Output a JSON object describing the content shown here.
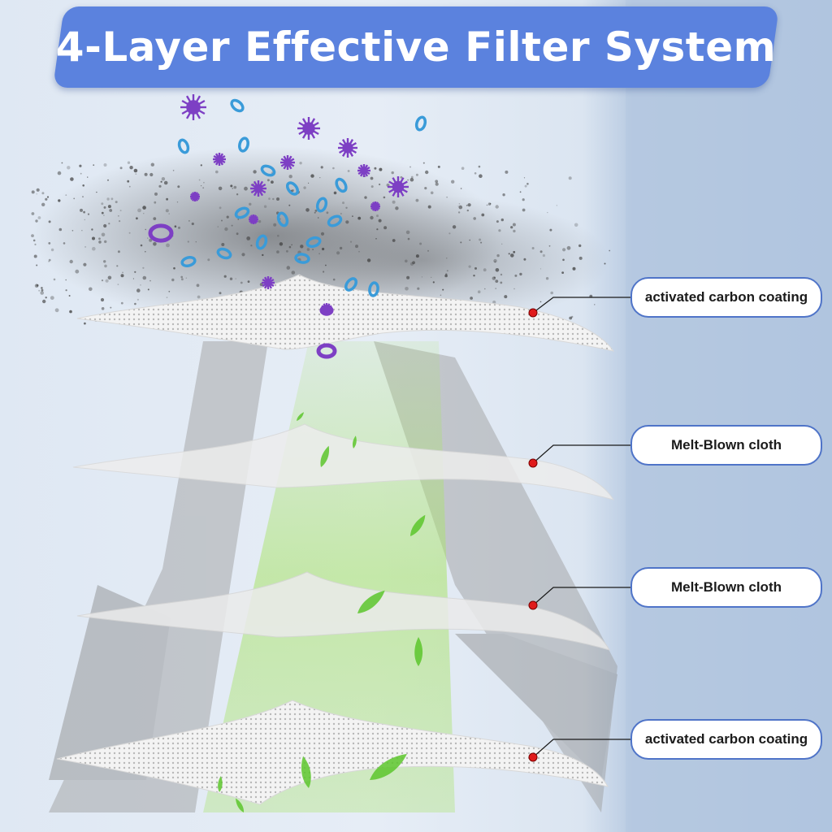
{
  "title": "4-Layer Effective Filter System",
  "layers": [
    {
      "label": "activated carbon coating"
    },
    {
      "label": "Melt-Blown cloth"
    },
    {
      "label": "Melt-Blown cloth"
    },
    {
      "label": "activated carbon coating"
    }
  ],
  "colors": {
    "banner": "#5b82de",
    "label_border": "#4f74c8",
    "marker": "#e01b1b",
    "particle_purple": "#7d3fc4",
    "particle_blue": "#3a9bd9",
    "leaf_green": "#5cc52c"
  }
}
